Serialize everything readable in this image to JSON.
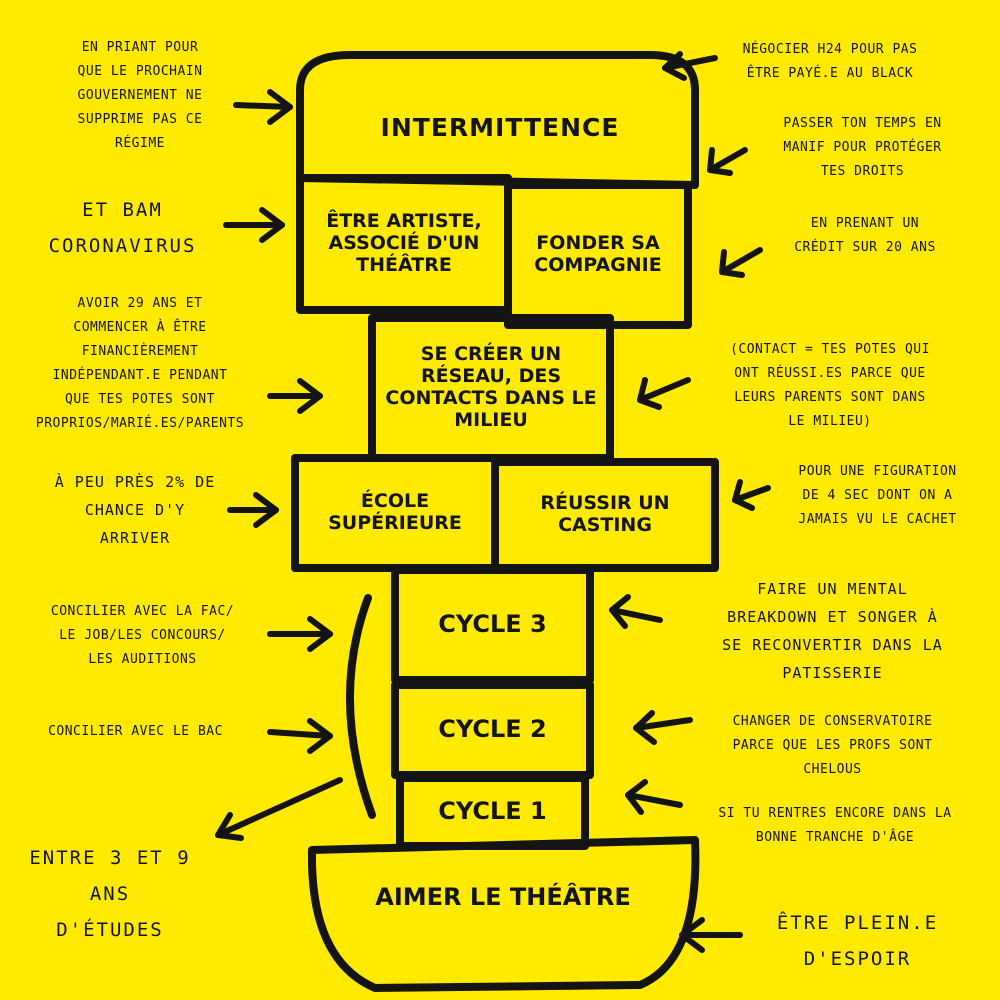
{
  "colors": {
    "background": "#FFEA00",
    "ink": "#141414"
  },
  "boxes": {
    "intermittence": "INTERMITTENCE",
    "etre_artiste": "ÊTRE ARTISTE, ASSOCIÉ D'UN THÉÂTRE",
    "fonder_compagnie": "FONDER SA COMPAGNIE",
    "reseau": "SE CRÉER UN RÉSEAU, DES CONTACTS DANS LE MILIEU",
    "ecole": "ÉCOLE SUPÉRIEURE",
    "casting": "RÉUSSIR UN CASTING",
    "cycle3": "CYCLE 3",
    "cycle2": "CYCLE 2",
    "cycle1": "CYCLE 1",
    "aimer": "AIMER LE THÉÂTRE"
  },
  "notes": {
    "priant": "En priant pour\nque le prochain\ngouvernement ne\nsupprime pas ce\nrégime",
    "negocier": "Négocier H24 pour pas\nêtre payé.e au black",
    "manif": "Passer ton temps en\nmanif pour protéger\ntes droits",
    "corona": "Et BAM\nCORONAVIRUS",
    "credit": "En prenant un\ncrédit sur 20 ans",
    "avoir29": "Avoir 29 ans et\ncommencer à être\nfinancièrement\nindépendant.e pendant\nque tes potes sont\nproprios/marié.es/parents",
    "contact": "(contact = tes potes qui\nont réussi.es parce que\nleurs parents sont dans\nle milieu)",
    "chance": "À peu près 2% de\nchance d'y\narriver",
    "figuration": "Pour une figuration\nde 4 sec dont on a\njamais vu le cachet",
    "concilier_fac": "Concilier avec la fac/\nle job/les concours/\nles auditions",
    "breakdown": "Faire un mental\nbreakdown et songer à\nse reconvertir dans la\npatisserie",
    "concilier_bac": "Concilier avec le bac",
    "changer": "Changer de conservatoire\nparce que les profs sont\nchelous",
    "entre": "Entre 3 et 9\nans\nd'études",
    "rentres": "Si tu rentres encore dans la\nbonne tranche d'âge",
    "plein": "Être plein.e\nd'espoir"
  }
}
